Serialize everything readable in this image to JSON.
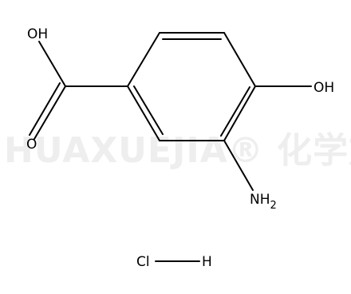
{
  "watermark": {
    "text": "HUAXUEJIA® 化学加"
  },
  "molecule": {
    "carboxyl_oh": "OH",
    "carbonyl_o": "O",
    "phenol_oh": "OH",
    "amine_n": "NH",
    "amine_subscript": "2"
  },
  "salt": {
    "chlorine": "Cl",
    "hydrogen": "H"
  },
  "colors": {
    "bond": "#000000",
    "text": "#000000",
    "watermark": "#eeeeee",
    "background": "#ffffff"
  }
}
